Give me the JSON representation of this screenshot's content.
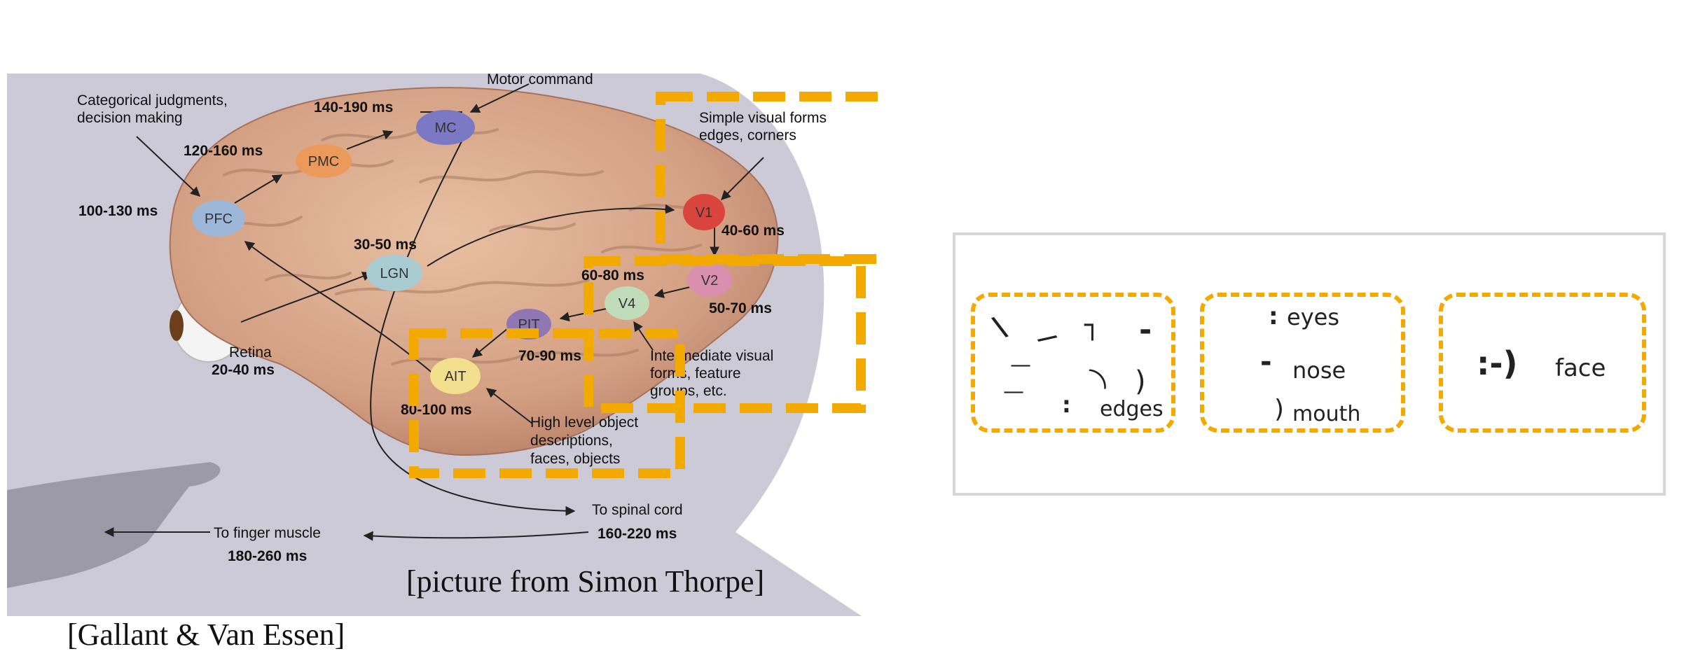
{
  "brain": {
    "nodes": {
      "mc": "MC",
      "pmc": "PMC",
      "pfc": "PFC",
      "v1": "V1",
      "lgn": "LGN",
      "v2": "V2",
      "v4": "V4",
      "pit": "PIT",
      "ait": "AIT"
    },
    "labels": {
      "motor_command": "Motor command",
      "categorical_1": "Categorical judgments,",
      "categorical_2": "decision making",
      "simple_1": "Simple visual forms",
      "simple_2": "edges, corners",
      "retina": "Retina",
      "intermediate_1": "Intermediate visual",
      "intermediate_2": "forms, feature",
      "intermediate_3": "groups, etc.",
      "high_1": "High level object",
      "high_2": "descriptions,",
      "high_3": "faces, objects",
      "spinal": "To spinal cord",
      "finger": "To finger muscle"
    },
    "timings": {
      "mc": "140-190 ms",
      "pmc": "120-160 ms",
      "pfc": "100-130 ms",
      "lgn": "30-50 ms",
      "v1": "40-60 ms",
      "v4": "60-80 ms",
      "v2": "50-70 ms",
      "pit": "70-90 ms",
      "retina": "20-40 ms",
      "ait": "80-100 ms",
      "spinal": "160-220 ms",
      "finger": "180-260 ms"
    },
    "credit_thorpe": "[picture from Simon Thorpe]",
    "credit_gallant": "[Gallant & Van Essen]"
  },
  "hierarchy": {
    "edges": {
      "symbols": [
        "\\",
        "/",
        "┐",
        "-",
        "—",
        "—",
        ")",
        "⌒",
        ":"
      ],
      "label": "edges"
    },
    "parts": {
      "eyes_symbol": ":",
      "eyes_label": "eyes",
      "nose_symbol": "-",
      "nose_label": "nose",
      "mouth_symbol": ")",
      "mouth_label": "mouth"
    },
    "face": {
      "symbol": ":-)",
      "label": "face"
    }
  },
  "colors": {
    "highlight": "#f2a900",
    "panel_border": "#d6d6d6",
    "brain_fill": "#d9a88a",
    "head_fill": "#c7c4d3"
  }
}
